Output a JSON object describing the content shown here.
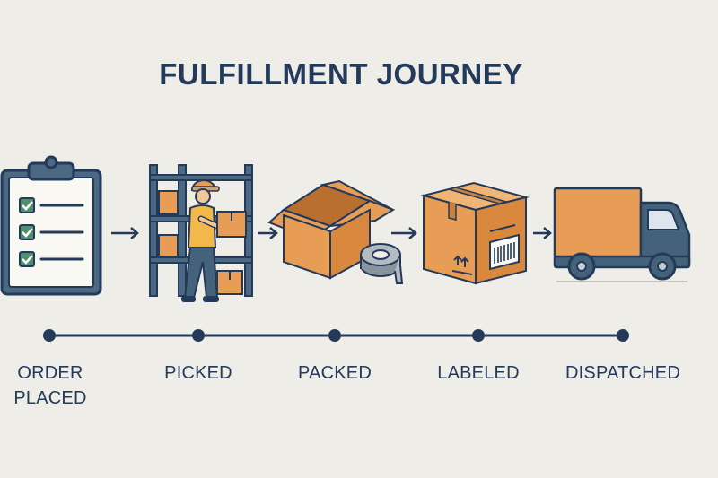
{
  "title": "FULFILLMENT JOURNEY",
  "colors": {
    "navy": "#233a5a",
    "orange": "#e79d55",
    "background": "#efede8",
    "check_green": "#4f8f6b",
    "truck_body": "#44637a"
  },
  "steps": [
    {
      "label_line1": "ORDER",
      "label_line2": "PLACED",
      "icon": "clipboard-checklist-icon"
    },
    {
      "label_line1": "PICKED",
      "label_line2": "",
      "icon": "warehouse-worker-shelf-icon"
    },
    {
      "label_line1": "PACKED",
      "label_line2": "",
      "icon": "open-box-tape-icon"
    },
    {
      "label_line1": "LABELED",
      "label_line2": "",
      "icon": "labeled-box-icon"
    },
    {
      "label_line1": "DISPATCHED",
      "label_line2": "",
      "icon": "delivery-truck-icon"
    }
  ]
}
